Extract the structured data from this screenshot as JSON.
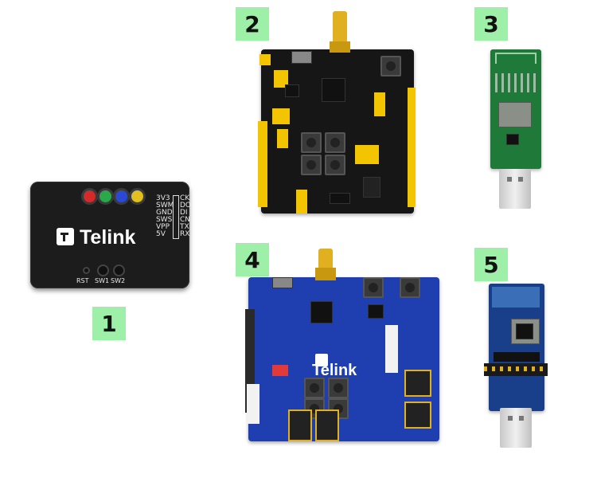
{
  "badges": [
    "1",
    "2",
    "3",
    "4",
    "5"
  ],
  "device1": {
    "brand": "Telink",
    "pin_labels_left": [
      "3V3",
      "SWM",
      "GND",
      "SWS",
      "VPP",
      "5V"
    ],
    "pin_labels_right": [
      "CK",
      "DO",
      "DI",
      "CN",
      "TX",
      "RX"
    ],
    "buttons": [
      "RST",
      "SW1",
      "SW2"
    ],
    "led_colors": [
      "#d42a2a",
      "#2aa84a",
      "#2a4ad4",
      "#e0c020"
    ]
  },
  "device4": {
    "brand": "Telink"
  },
  "colors": {
    "badge_bg": "#9ef0a8",
    "programmer_body": "#1c1c1c",
    "board2_pcb": "#161616",
    "board2_headers": "#f2c500",
    "board4_pcb": "#1f3fb0",
    "dongle3_pcb": "#1f7a3a",
    "dongle5_pcb": "#1a3f8a",
    "sma_connector": "#e0b020"
  }
}
